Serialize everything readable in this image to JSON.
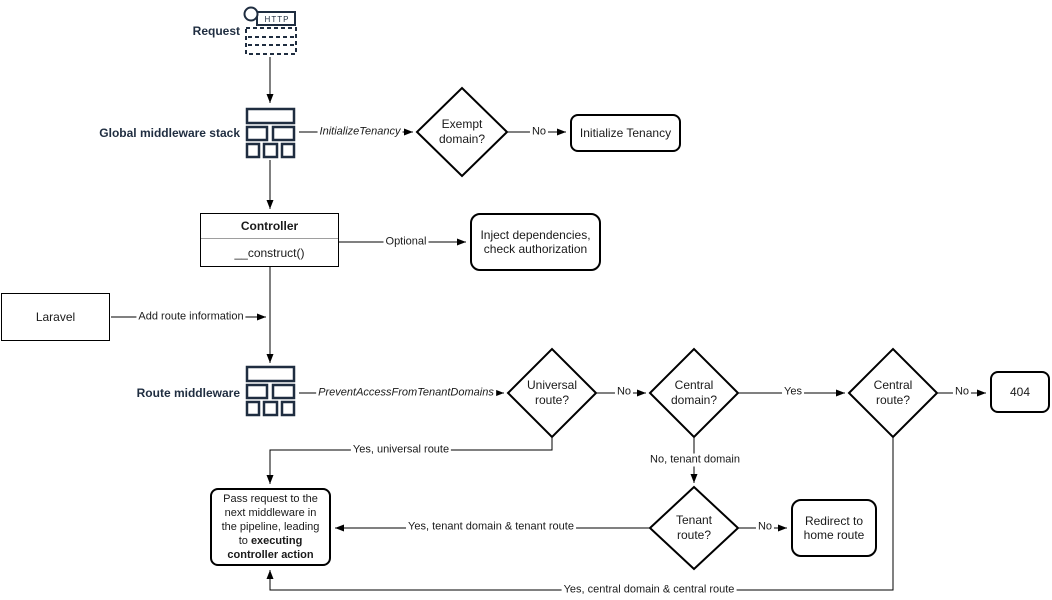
{
  "colors": {
    "accent": "#1F2D40",
    "stroke": "#000000"
  },
  "request": {
    "label": "Request",
    "icon_text": "HTTP"
  },
  "global_middleware": {
    "label": "Global middleware stack"
  },
  "route_middleware": {
    "label": "Route middleware"
  },
  "edges": {
    "initialize_tenancy": "InitializeTenancy",
    "exempt_no": "No",
    "optional": "Optional",
    "add_route_info": "Add route information",
    "prevent_access": "PreventAccessFromTenantDomains",
    "universal_no": "No",
    "universal_yes": "Yes, universal route",
    "central_domain_yes": "Yes",
    "central_domain_no": "No, tenant domain",
    "central_route_no": "No",
    "central_route_yes": "Yes, central domain & central route",
    "tenant_no": "No",
    "tenant_yes": "Yes, tenant domain & tenant route"
  },
  "nodes": {
    "exempt_domain": "Exempt\ndomain?",
    "initialize_tenancy": "Initialize Tenancy",
    "controller_title": "Controller",
    "controller_method": "__construct()",
    "inject": "Inject dependencies,\ncheck authorization",
    "laravel": "Laravel",
    "universal_route": "Universal\nroute?",
    "central_domain": "Central\ndomain?",
    "central_route": "Central\nroute?",
    "not_found": "404",
    "tenant_route": "Tenant\nroute?",
    "redirect": "Redirect to\nhome route",
    "pass_normal": "Pass request to the next middleware in the pipeline, leading to ",
    "pass_bold": "executing controller action"
  }
}
